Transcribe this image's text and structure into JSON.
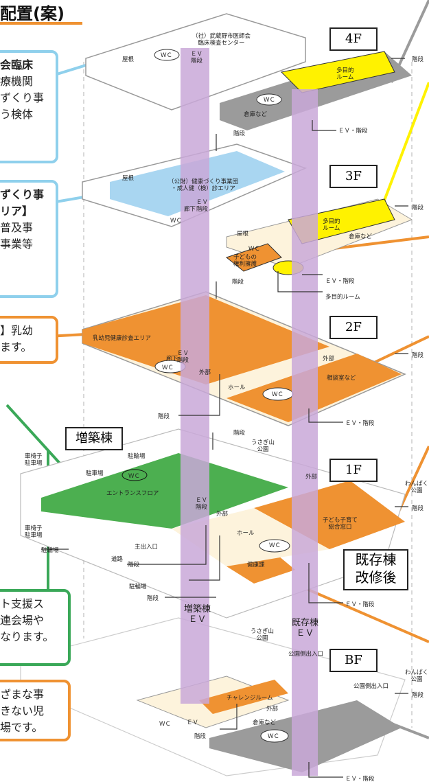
{
  "header": {
    "title": "配置(案)"
  },
  "colors": {
    "orange": "#ef9232",
    "blue": "#a9d6f1",
    "green": "#4caf50",
    "yellow": "#fff200",
    "gray": "#9b9b9b",
    "purple": "#c9a8d8",
    "cream": "#fdf3dc",
    "line_blue": "#8fd0ec",
    "line_green": "#3aa858"
  },
  "callouts": {
    "box1": [
      "会臨床",
      "療機関",
      "ずくり事",
      "う検体"
    ],
    "box2": [
      "ずくり事",
      "リア】",
      "普及事",
      "事業等"
    ],
    "box3": [
      "】乳幼",
      "ます。"
    ],
    "box4": [
      "ト支援ス",
      "",
      "連会場や",
      "なります。"
    ],
    "box5": [
      "ざまな事",
      "きない児",
      "場です。"
    ]
  },
  "floors": {
    "f4": "4F",
    "f3": "3F",
    "f2": "2F",
    "f1": "1F",
    "bf": "BF"
  },
  "buildings": {
    "annex": "増築棟",
    "existing": "既存棟\n改修後"
  },
  "labels": {
    "f4": {
      "roof": "屋根",
      "wc": "ＷＣ",
      "ev": "ＥＶ\n階段",
      "center": "（社）武蔵野市医師会\n臨床検査センター",
      "multi": "多目的\nルーム",
      "wc2": "ＷＣ",
      "storage": "倉庫など",
      "ev_stairs": "ＥＶ・階段",
      "stairs_right": "階段",
      "stairs_mid": "階段"
    },
    "f3": {
      "roof": "屋根",
      "health": "（公財）健康づくり事業団\n・成人健（検）診エリア",
      "corridor": "廊下",
      "ev": "ＥＶ\n階段",
      "wc": "ＷＣ",
      "roof2": "屋根",
      "multi": "多目的\nルーム",
      "storage": "倉庫など",
      "wc2": "ＷＣ",
      "rights": "子どもの\n権利擁護",
      "ev_stairs": "ＥＶ・階段",
      "multi2": "多目的ルーム",
      "stairs_right": "階段",
      "stairs_mid": "階段"
    },
    "f2": {
      "infant": "乳幼児健康診査エリア",
      "corridor": "廊下",
      "ev": "ＥＶ\n階段",
      "wc": "ＷＣ",
      "outside": "外部",
      "hall": "ホール",
      "wc2": "ＷＣ",
      "outside2": "外部",
      "consult": "相談室など",
      "ev_stairs": "ＥＶ・階段",
      "stairs_right": "階段",
      "stairs_left": "階段"
    },
    "f1": {
      "stairs_top": "階段",
      "usagiyama": "うさぎ山\n公園",
      "bike": "駐輪場",
      "wheel1": "車椅子\n駐車場",
      "parking": "駐車場",
      "wc": "ＷＣ",
      "entrance": "エントランスフロア",
      "ev": "ＥＶ\n階段",
      "outside": "外部",
      "outside2": "外部",
      "hall": "ホール",
      "childcare": "子ども子育て\n総合窓口",
      "wc2": "ＷＣ",
      "health": "健康課",
      "wanpaku": "わんぱく\n公園",
      "stairs_right": "階段",
      "wheel2": "車椅子\n駐車場",
      "bike2": "駐輪場",
      "main_entry": "主出入口",
      "road": "道路",
      "stairs_a": "階段",
      "bike3": "駐輪場",
      "stairs_b": "階段",
      "ev_stairs": "ＥＶ・階段"
    },
    "ev_annex": "増築棟\nＥＶ",
    "ev_existing": "既存棟\nＥＶ",
    "bf": {
      "usagiyama": "うさぎ山\n公園",
      "park_entry": "公園側出入口",
      "challenge": "チャレンジルーム",
      "outside": "外部",
      "wc": "ＷＣ",
      "ev": "ＥＶ",
      "storage": "倉庫など",
      "wc2": "ＷＣ",
      "stairs": "階段",
      "wanpaku": "わんぱく\n公園",
      "park_entry2": "公園側出入口",
      "stairs_right": "階段",
      "ev_stairs": "ＥＶ・階段"
    }
  }
}
